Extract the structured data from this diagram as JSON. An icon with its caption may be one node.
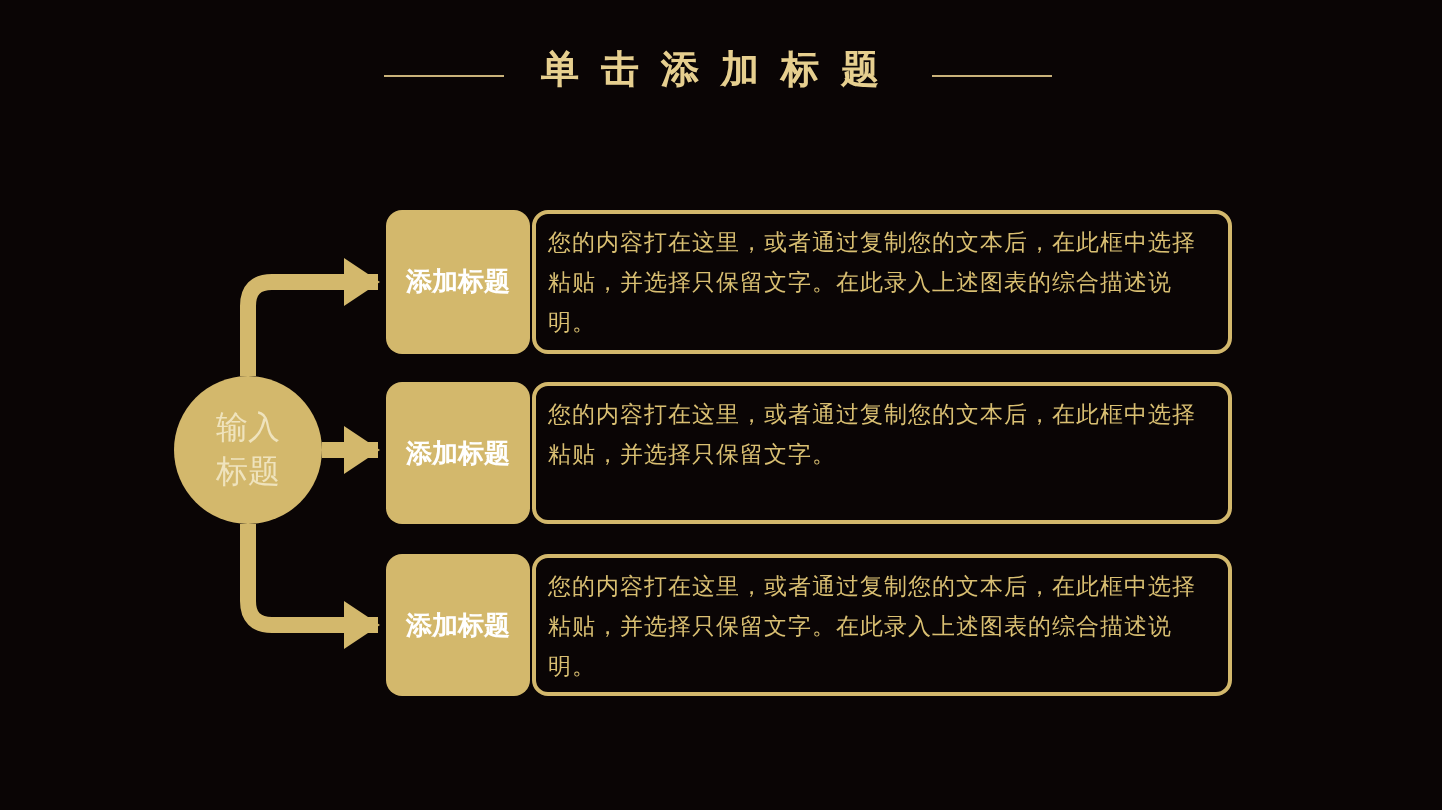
{
  "diagram": {
    "title": "单击添加标题",
    "nodes": [
      {
        "text": [
          "输入标题"
        ]
      },
      {
        "text": [
          "添加标题"
        ]
      },
      {
        "text": [
          "您的内容打在这里，或者通过复制您的文本后，在此框中选择粘贴，并选择只保留文字。在此录入上述图表的综合描述说明。"
        ]
      },
      {
        "text": [
          "添加标题"
        ]
      },
      {
        "text": [
          "您的内容打在这里，或者通过复制您的文本后，在此框中选择粘贴，并选择只保留文字。"
        ]
      },
      {
        "text": [
          "添加标题"
        ]
      },
      {
        "text": [
          "您的内容打在这里，或者通过复制您的文本后，在此框中选择粘贴，并选择只保留文字。在此录入上述图表的综合描述说明。"
        ]
      }
    ],
    "edges": [
      {
        "from": 0,
        "to": 1,
        "arrow": "to"
      },
      {
        "from": 0,
        "to": 3,
        "arrow": "to"
      },
      {
        "from": 0,
        "to": 5,
        "arrow": "to"
      }
    ]
  }
}
